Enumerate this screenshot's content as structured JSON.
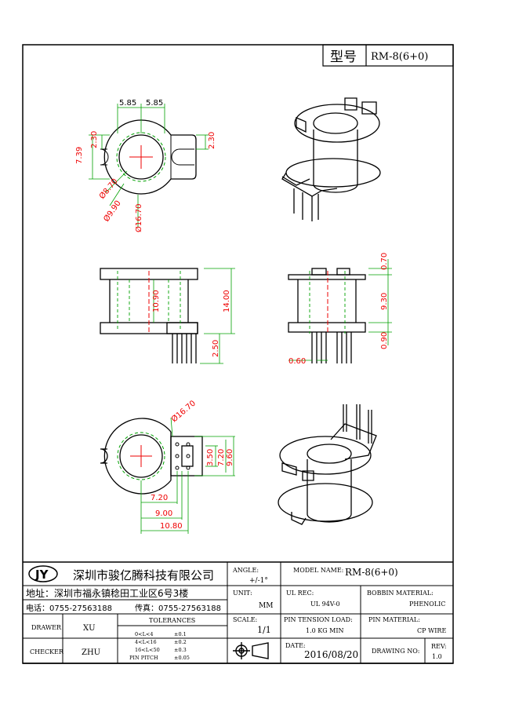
{
  "header": {
    "type_label": "型号",
    "model": "RM-8(6+0)"
  },
  "dims": {
    "top_left": [
      "5.85",
      "5.85"
    ],
    "side_left": "2.30",
    "height_left": "7.39",
    "side_right": "2.30",
    "inner_dia": "Ø8.70",
    "outer_dia": "Ø9.90",
    "flange_dia": "Ø16.70",
    "front_inner": "10.90",
    "front_total": "14.00",
    "front_pin": "2.50",
    "side_top": "0.70",
    "side_mid": "9.30",
    "side_bottom": "0.90",
    "pin_width": "0.60",
    "bottom_dia": "Ø16.70",
    "bottom_h1": "3.50",
    "bottom_h2": "7.20",
    "bottom_h3": "9.60",
    "bottom_w1": "7.20",
    "bottom_w2": "9.00",
    "bottom_w3": "10.80"
  },
  "titleblock": {
    "logo": "JY",
    "company": "深圳市骏亿腾科技有限公司",
    "address": "地址：深圳市福永镇稔田工业区6号3楼",
    "phone": "电话：0755-27563188",
    "fax": "传真：0755-27563188",
    "angle_label": "ANGLE:",
    "angle_value": "+/-1°",
    "model_label": "MODEL NAME:",
    "model_value": "RM-8(6+0)",
    "unit_label": "UNIT:",
    "unit_value": "MM",
    "ul_label": "UL REC:",
    "ul_value": "UL 94V-0",
    "bobbin_label": "BOBBIN MATERIAL:",
    "bobbin_value": "PHENOLIC",
    "scale_label": "SCALE:",
    "scale_value": "1/1",
    "tension_label": "PIN TENSION LOAD:",
    "tension_value": "1.0 KG MIN",
    "pin_label": "PIN MATERIAL:",
    "pin_value": "CP WIRE",
    "drawer_label": "DRAWER",
    "drawer_value": "XU",
    "checker_label": "CHECKER",
    "checker_value": "ZHU",
    "tol_label": "TOLERANCES",
    "tol_rows": [
      "0<L<4",
      "4<L<16",
      "16<L<50",
      "PIN PITCH"
    ],
    "tol_vals": [
      "±0.1",
      "±0.2",
      "±0.3",
      "±0.05"
    ],
    "date_label": "DATE:",
    "date_value": "2016/08/20",
    "drawing_label": "DRAWING NO:",
    "rev_label": "REV:",
    "rev_value": "1.0"
  }
}
